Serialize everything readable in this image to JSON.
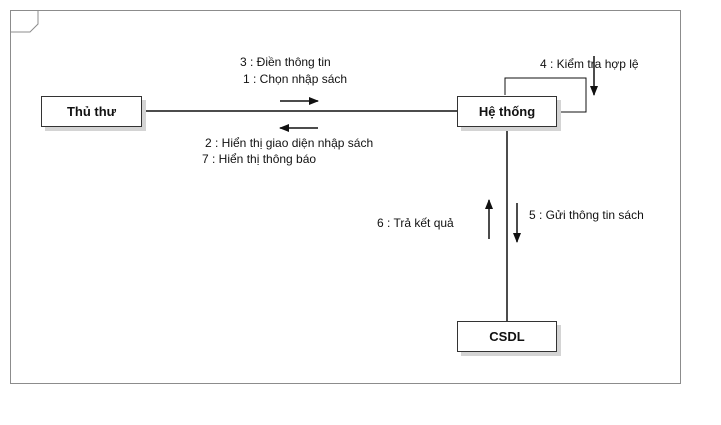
{
  "objects": {
    "librarian": "Thủ thư",
    "system": "Hệ thống",
    "database": "CSDL"
  },
  "messages": {
    "m3": "3 : Điền thông tin",
    "m1": "1 : Chọn nhập sách",
    "m4": "4 : Kiểm tra hợp lệ",
    "m2": "2 : Hiển thị giao diện nhập sách",
    "m7": "7 : Hiển thị thông báo",
    "m6": "6 : Trả kết quả",
    "m5": "5 : Gửi thông tin sách"
  }
}
